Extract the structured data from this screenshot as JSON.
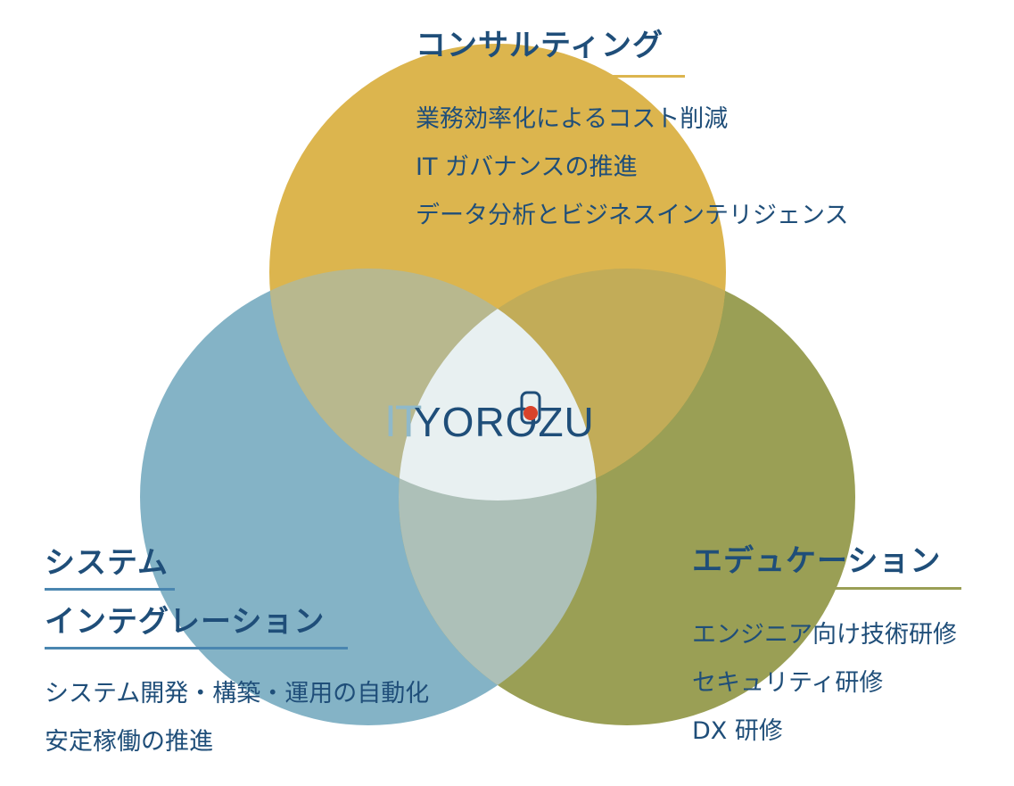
{
  "colors": {
    "consulting": "#dcb54e",
    "system": "#84b3c6",
    "education": "#9a9f55",
    "center": "#e8f0f1",
    "text": "#1f4e79",
    "logo_it": "#8fb9ca",
    "logo_dot": "#d9432b",
    "underline_consulting": "#dcb54e",
    "underline_system": "#4a86b0",
    "underline_education": "#9a9f55"
  },
  "consulting": {
    "title": "コンサルティング",
    "items": [
      "業務効率化によるコスト削減",
      "IT ガバナンスの推進",
      "データ分析とビジネスインテリジェンス"
    ]
  },
  "system": {
    "title_line1": "システム",
    "title_line2": "インテグレーション",
    "items": [
      "システム開発・構築・運用の自動化",
      "安定稼働の推進"
    ]
  },
  "education": {
    "title": "エデュケーション",
    "items": [
      "エンジニア向け技術研修",
      "セキュリティ研修",
      "DX 研修"
    ]
  },
  "logo": {
    "prefix": "IT",
    "name": "YOROZU"
  }
}
